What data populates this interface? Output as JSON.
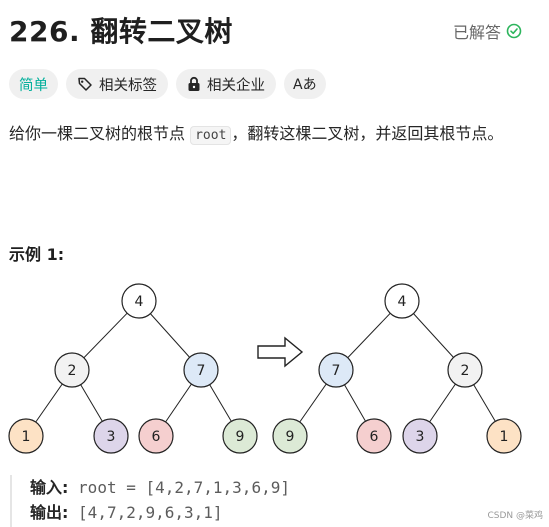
{
  "problem": {
    "title": "226. 翻转二叉树",
    "status": "已解答"
  },
  "tags": {
    "difficulty": "简单",
    "related_tags": "相关标签",
    "related_companies": "相关企业",
    "translate_glyph": "Aあ"
  },
  "description": {
    "part1": "给你一棵二叉树的根节点",
    "code": "root",
    "part2": "，翻转这棵二叉树，并返回其根节点。"
  },
  "example": {
    "heading": "示例 1:",
    "input_label": "输入:",
    "input_value": "root = [4,2,7,1,3,6,9]",
    "output_label": "输出:",
    "output_value": "[4,7,2,9,6,3,1]"
  },
  "diagram": {
    "left_tree": [
      "4",
      "2",
      "7",
      "1",
      "3",
      "6",
      "9"
    ],
    "right_tree": [
      "4",
      "7",
      "2",
      "9",
      "6",
      "3",
      "1"
    ],
    "colors": {
      "root": "#ffffff",
      "2": "#f2f2f2",
      "7": "#dde9f7",
      "1": "#fde2c5",
      "3": "#ddd5ea",
      "6": "#f5cfcf",
      "9": "#dcead6"
    }
  },
  "watermark": "CSDN @菜鸡"
}
